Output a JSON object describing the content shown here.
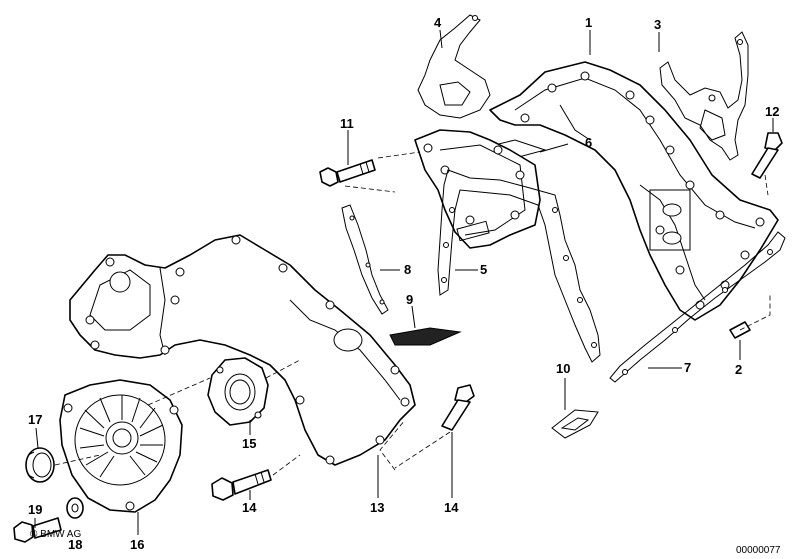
{
  "labels": {
    "p1": "1",
    "p2": "2",
    "p3": "3",
    "p4": "4",
    "p5": "5",
    "p6": "6",
    "p7": "7",
    "p8": "8",
    "p9": "9",
    "p10": "10",
    "p11": "11",
    "p12": "12",
    "p13": "13",
    "p14a": "14",
    "p14b": "14",
    "p15": "15",
    "p16": "16",
    "p17": "17",
    "p18": "18",
    "p19": "19"
  },
  "copyright": "© BMW AG",
  "diagram_id": "00000077"
}
